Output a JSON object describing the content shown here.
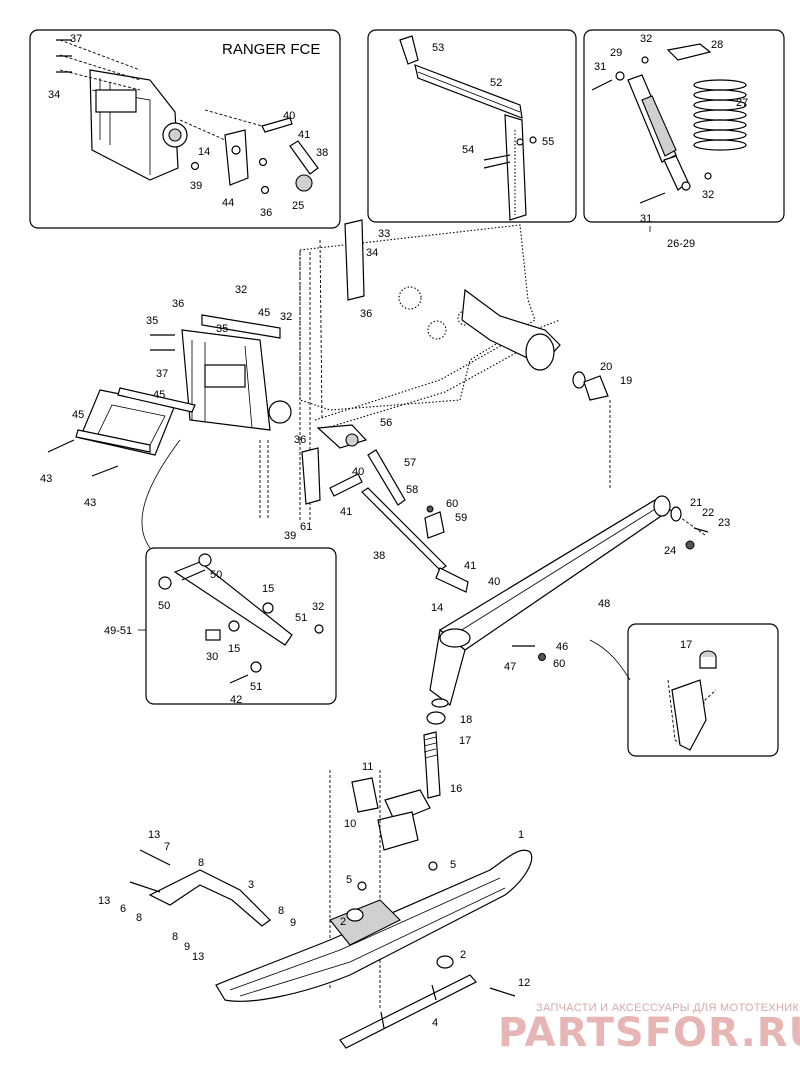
{
  "title": "RANGER FCE",
  "watermark": {
    "line1": "ЗАПЧАСТИ И АКСЕССУАРЫ ДЛЯ МОТОТЕХНИКИ",
    "line2": "PARTSFOR.RU"
  },
  "inset_labels": {
    "group_26_29": "26-29",
    "group_49_51": "49-51"
  },
  "callouts": {
    "c1": "1",
    "c2a": "2",
    "c2b": "2",
    "c3": "3",
    "c4": "4",
    "c5a": "5",
    "c5b": "5",
    "c6": "6",
    "c7": "7",
    "c8a": "8",
    "c8b": "8",
    "c8c": "8",
    "c8d": "8",
    "c9a": "9",
    "c9b": "9",
    "c10": "10",
    "c11": "11",
    "c12": "12",
    "c13a": "13",
    "c13b": "13",
    "c13c": "13",
    "c14a": "14",
    "c14b": "14",
    "c15a": "15",
    "c15b": "15",
    "c16": "16",
    "c17a": "17",
    "c17b": "17",
    "c18": "18",
    "c19": "19",
    "c20": "20",
    "c21": "21",
    "c22": "22",
    "c23": "23",
    "c24": "24",
    "c25": "25",
    "c27": "27",
    "c28": "28",
    "c29": "29",
    "c30": "30",
    "c31a": "31",
    "c31b": "31",
    "c32a": "32",
    "c32b": "32",
    "c32c": "32",
    "c32d": "32",
    "c32e": "32",
    "c33": "33",
    "c34a": "34",
    "c34b": "34",
    "c35a": "35",
    "c35b": "35",
    "c36a": "36",
    "c36b": "36",
    "c36c": "36",
    "c36d": "36",
    "c37a": "37",
    "c37b": "37",
    "c38a": "38",
    "c38b": "38",
    "c39a": "39",
    "c39b": "39",
    "c40a": "40",
    "c40b": "40",
    "c40c": "40",
    "c41a": "41",
    "c41b": "41",
    "c41c": "41",
    "c42": "42",
    "c43a": "43",
    "c43b": "43",
    "c44": "44",
    "c45a": "45",
    "c45b": "45",
    "c46": "46",
    "c47": "47",
    "c48": "48",
    "c50a": "50",
    "c50b": "50",
    "c51a": "51",
    "c51b": "51",
    "c52": "52",
    "c53": "53",
    "c54": "54",
    "c55": "55",
    "c56": "56",
    "c57": "57",
    "c58": "58",
    "c59": "59",
    "c60a": "60",
    "c60b": "60",
    "c61": "61"
  }
}
